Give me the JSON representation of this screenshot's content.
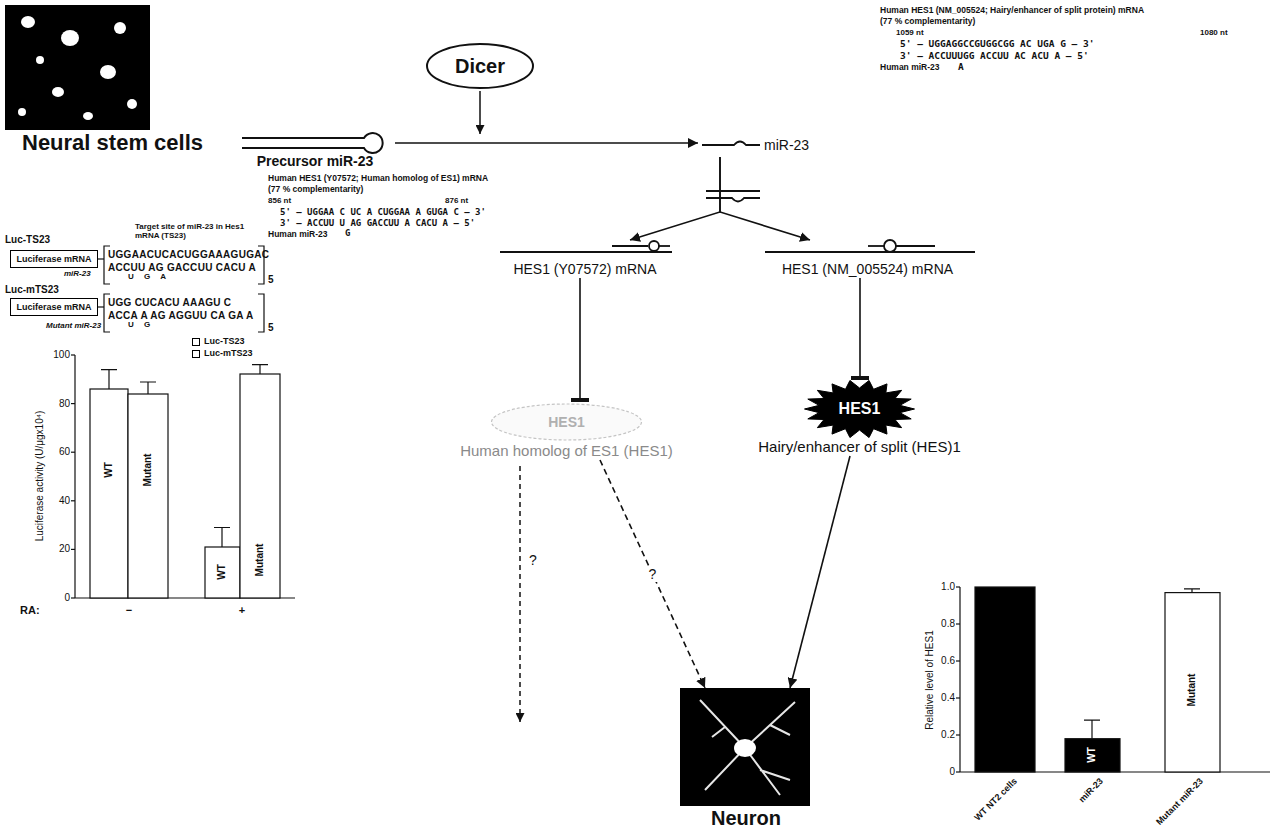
{
  "diagram": {
    "nodes": [
      {
        "text": [
          "Neural stem cells"
        ]
      },
      {
        "text": [
          "Dicer"
        ]
      },
      {
        "text": [
          "Precursor miR-23"
        ]
      },
      {
        "text": [
          "miR-23"
        ]
      },
      {
        "text": [
          "HES1 (Y07572) mRNA"
        ]
      },
      {
        "text": [
          "HES1 (NM_005524) mRNA"
        ]
      },
      {
        "text": [
          "Luciferase mRNA"
        ]
      },
      {
        "text": [
          "Luciferase mRNA"
        ]
      },
      {
        "text": [
          "HES1",
          "Human homolog of ES1 (HES1)"
        ]
      },
      {
        "text": [
          "HES1",
          "Hairy/enhancer of split (HES)1"
        ]
      },
      {
        "text": [
          "Neuron"
        ]
      }
    ],
    "edges": [
      {
        "from": 2,
        "to": 3,
        "arrow": "to"
      },
      {
        "from": 3,
        "to": 4,
        "arrow": "to"
      },
      {
        "from": 3,
        "to": 5,
        "arrow": "to"
      },
      {
        "from": 4,
        "to": 8,
        "arrow": "to"
      },
      {
        "from": 5,
        "to": 9,
        "arrow": "to"
      },
      {
        "from": 8,
        "to": 10,
        "arrow": "to",
        "label": "?"
      },
      {
        "from": 9,
        "to": 10,
        "arrow": "to"
      }
    ],
    "labels": [
      "Human HES1 (NM_005524; Hairy/enhancer of split protein) mRNA",
      "(77 % complementarity)",
      "1059 nt",
      "1080 nt",
      "5' — UGGAGGCCGUGGCGG AC UGA G — 3'",
      "3' — ACCUUUGG ACCUU AC ACU A — 5'",
      "A",
      "Human miR-23",
      "Human HES1 (Y07572; Human homolog of ES1) mRNA",
      "(77 % complementarity)",
      "856 nt",
      "876 nt",
      "5' — UGGAA C UC A CUGGAA A GUGA C — 3'",
      "3' — ACCUU U AG GACCUU A CACU A — 5'",
      "G",
      "Human miR-23",
      "Luc-TS23",
      "Target site of miR-23 in Hes1 mRNA (TS23)",
      "UGGAACUCACUGGAAAGUGAC",
      "ACCUU AG GACCUU CACU A",
      "U G A",
      "miR-23",
      "5",
      "Luc-mTS23",
      "UGG CUCACU AAAGU C",
      "ACCA A AG AGGUU CA GA A",
      "U G",
      "Mutant miR-23",
      "5",
      "Luciferase activity (U/μgx10⁴)",
      "0",
      "20",
      "40",
      "60",
      "80",
      "100",
      "WT",
      "Mutant",
      "WT",
      "Mutant",
      "RA:",
      "−",
      "+",
      "Relative level of HES1",
      "0",
      "0.2",
      "0.4",
      "0.6",
      "0.8",
      "1.0",
      "WT",
      "Mutant",
      "WT NT2 cells",
      "miR-23",
      "Mutant miR-23",
      "?"
    ],
    "legend": [
      {
        "text": "Luc-TS23",
        "color": "#ffffff"
      },
      {
        "text": "Luc-mTS23",
        "color": "#ffffff"
      }
    ]
  }
}
